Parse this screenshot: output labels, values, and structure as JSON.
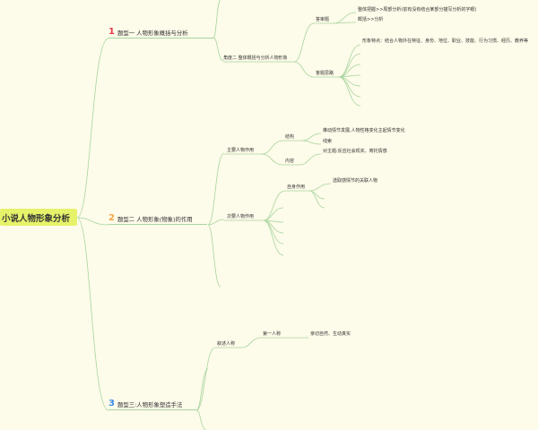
{
  "root": "小说人物形象分析",
  "colors": {
    "background": "#fdfbe9",
    "root_fill": "#e6f26a",
    "link": "#a8d5a0",
    "num1": "#e83a4a",
    "num2": "#f4a64a",
    "num3": "#3a8be8"
  },
  "categories": [
    {
      "num": "1",
      "label": "题型一  人物形象概括与分析"
    },
    {
      "num": "2",
      "label": "题型二  人物形象(物象)的作用"
    },
    {
      "num": "3",
      "label": "题型三:人物形象塑造手法"
    }
  ],
  "nodes": {
    "angle2": "角度二  整体概括与分析人物形象",
    "answer_q": "答审题",
    "answer_q_a": "整体把握>>局部分析(前有没有结合某部分描写分析的字眼)",
    "answer_q_b": "概括>>分析",
    "answer_path": "答题思路",
    "answer_path_a": "形象特点：结合人物外在特征、身份、地位、职业、技能、行为习惯、经历、教养等",
    "main_role": "主要人物作用",
    "structure": "结构",
    "structure_a": "推动情节发展,人物性格变化主起情节变化",
    "structure_b": "线索",
    "content": "内容",
    "content_a": "对主题:反应社会现实、寄托情感",
    "minor_role": "次要人物作用",
    "self_role": "自身作用",
    "self_role_a": "选取感情节的关联人物",
    "narrative": "叙述人称",
    "first_person": "第一人称",
    "first_person_a": "亲切自然、生动真实"
  }
}
